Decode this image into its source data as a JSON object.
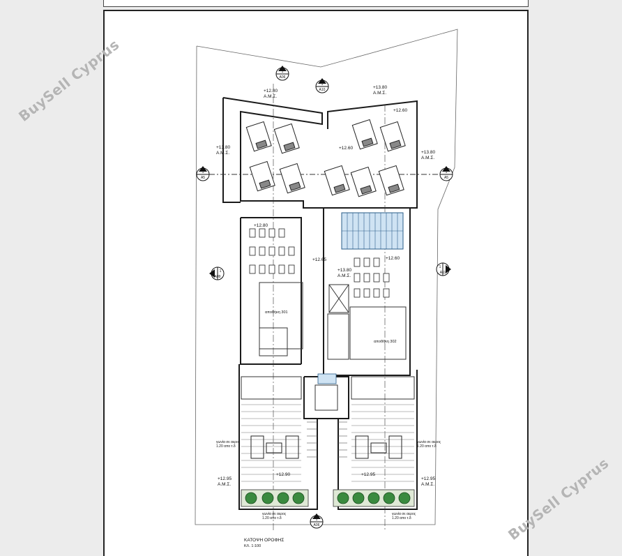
{
  "watermark": {
    "text": "BuySell Cyprus"
  },
  "drawing": {
    "title": "ΚΑΤΟΨΗ ΟΡΟΦΗΣ",
    "scale": "ΚΛ. 1:100"
  },
  "section_marks": [
    {
      "id": "A06",
      "num": "1"
    },
    {
      "id": "A10",
      "num": "1"
    },
    {
      "id": "A5",
      "num": "1"
    },
    {
      "id": "A5",
      "num": "1"
    },
    {
      "id": "A09",
      "num": "1"
    },
    {
      "id": "A11",
      "num": "1"
    },
    {
      "id": "A06",
      "num": "1"
    }
  ],
  "levels": [
    {
      "value": "+12.80",
      "note": "Α.Μ.Σ."
    },
    {
      "value": "+13.80",
      "note": "Α.Μ.Σ."
    },
    {
      "value": "+13.80",
      "note": "Α.Μ.Σ."
    },
    {
      "value": "+13.80",
      "note": "Α.Μ.Σ."
    },
    {
      "value": "+12.60",
      "note": ""
    },
    {
      "value": "+12.60",
      "note": ""
    },
    {
      "value": "+12.80",
      "note": ""
    },
    {
      "value": "+12.65",
      "note": ""
    },
    {
      "value": "+13.80",
      "note": "Α.Μ.Σ."
    },
    {
      "value": "+12.60",
      "note": ""
    },
    {
      "value": "+12.95",
      "note": "Α.Μ.Σ."
    },
    {
      "value": "+12.95",
      "note": "Α.Μ.Σ."
    },
    {
      "value": "+12.90",
      "note": ""
    },
    {
      "value": "+12.95",
      "note": ""
    }
  ],
  "rooms": [
    {
      "label": "αποθήκη 301"
    },
    {
      "label": "αποθήκη 302"
    }
  ],
  "notes": [
    {
      "line1": "γωνία σε αερος",
      "line2": "1.20 απο τ.δ"
    },
    {
      "line1": "γωνία σε αερος",
      "line2": "1.20 απο τ.δ"
    },
    {
      "line1": "γωνία σε αερος",
      "line2": "1.20 απο τ.δ"
    },
    {
      "line1": "γωνία σε αερος",
      "line2": "1.20 απο τ.δ"
    }
  ],
  "colors": {
    "line": "#1a1a1a",
    "stair": "#6aa6d8",
    "tree": "#2e7d32",
    "watermark": "#888888"
  }
}
